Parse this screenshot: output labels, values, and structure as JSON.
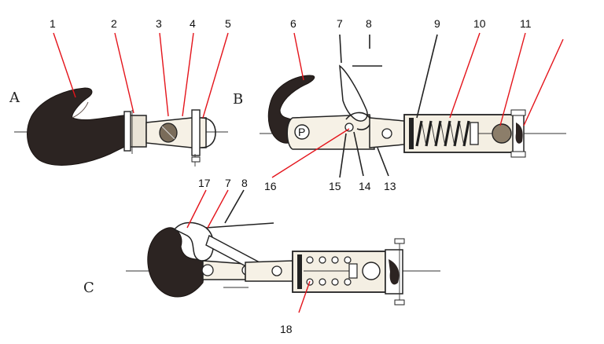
{
  "panels": {
    "a": "A",
    "b": "B",
    "c": "C"
  },
  "callouts": {
    "n1": "1",
    "n2": "2",
    "n3": "3",
    "n4": "4",
    "n5": "5",
    "n6": "6",
    "n7": "7",
    "n8": "8",
    "n9": "9",
    "n10": "10",
    "n11": "11",
    "n13": "13",
    "n14": "14",
    "n15": "15",
    "n16": "16",
    "n7c": "7",
    "n8c": "8",
    "n17": "17",
    "n18": "18"
  },
  "colors": {
    "leader": "#e4141b",
    "ink": "#222222",
    "hook": "#2c2422"
  }
}
